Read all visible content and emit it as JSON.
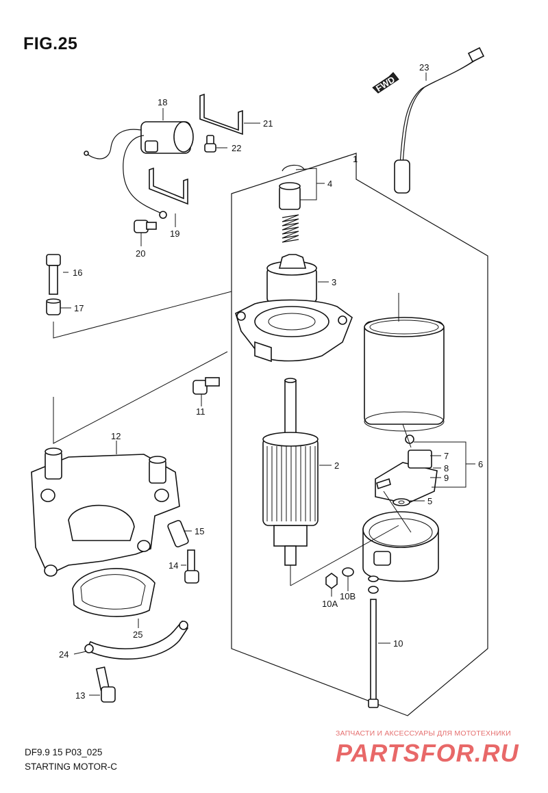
{
  "figure": {
    "title": "FIG.25",
    "code": "DF9.9 15 P03_025",
    "name": "STARTING MOTOR-C"
  },
  "direction_badge": "FWD",
  "callouts": {
    "c1": "1",
    "c2": "2",
    "c3": "3",
    "c4": "4",
    "c5": "5",
    "c6": "6",
    "c7": "7",
    "c8": "8",
    "c9": "9",
    "c10": "10",
    "c10a": "10A",
    "c10b": "10B",
    "c11": "11",
    "c12": "12",
    "c13": "13",
    "c14": "14",
    "c15": "15",
    "c16": "16",
    "c17": "17",
    "c18": "18",
    "c19": "19",
    "c20": "20",
    "c21": "21",
    "c22": "22",
    "c23": "23",
    "c24": "24",
    "c25": "25"
  },
  "watermark": {
    "subtitle": "ЗАПЧАСТИ И АКСЕССУАРЫ ДЛЯ МОТОТЕХНИКИ",
    "brand": "PARTSFOR.RU"
  }
}
